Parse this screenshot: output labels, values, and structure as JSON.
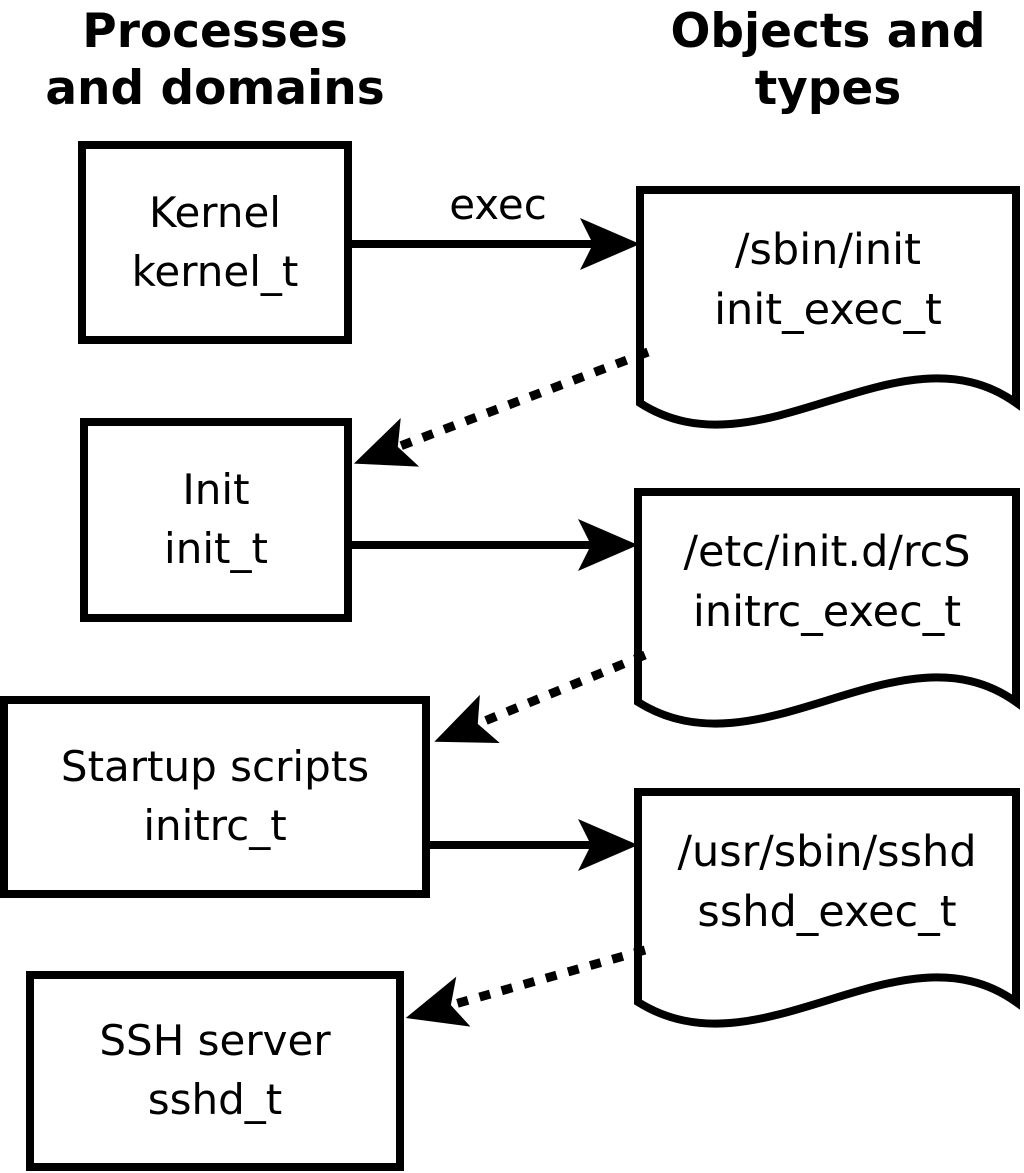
{
  "column_headings": {
    "left_line1": "Processes",
    "left_line2": "and domains",
    "right_line1": "Objects and",
    "right_line2": "types"
  },
  "process_nodes": [
    {
      "label": "Kernel",
      "domain": "kernel_t"
    },
    {
      "label": "Init",
      "domain": "init_t"
    },
    {
      "label": "Startup scripts",
      "domain": "initrc_t"
    },
    {
      "label": "SSH server",
      "domain": "sshd_t"
    }
  ],
  "object_nodes": [
    {
      "path": "/sbin/init",
      "type": "init_exec_t"
    },
    {
      "path": "/etc/init.d/rcS",
      "type": "initrc_exec_t"
    },
    {
      "path": "/usr/sbin/sshd",
      "type": "sshd_exec_t"
    }
  ],
  "edges": [
    {
      "from": "kernel_t",
      "to": "init_exec_t",
      "style": "solid",
      "label": "exec"
    },
    {
      "from": "init_exec_t",
      "to": "init_t",
      "style": "dotted",
      "label": ""
    },
    {
      "from": "init_t",
      "to": "initrc_exec_t",
      "style": "solid",
      "label": ""
    },
    {
      "from": "initrc_exec_t",
      "to": "initrc_t",
      "style": "dotted",
      "label": ""
    },
    {
      "from": "initrc_t",
      "to": "sshd_exec_t",
      "style": "solid",
      "label": ""
    },
    {
      "from": "sshd_exec_t",
      "to": "sshd_t",
      "style": "dotted",
      "label": ""
    }
  ],
  "colors": {
    "ink": "#000000",
    "background": "#ffffff"
  }
}
